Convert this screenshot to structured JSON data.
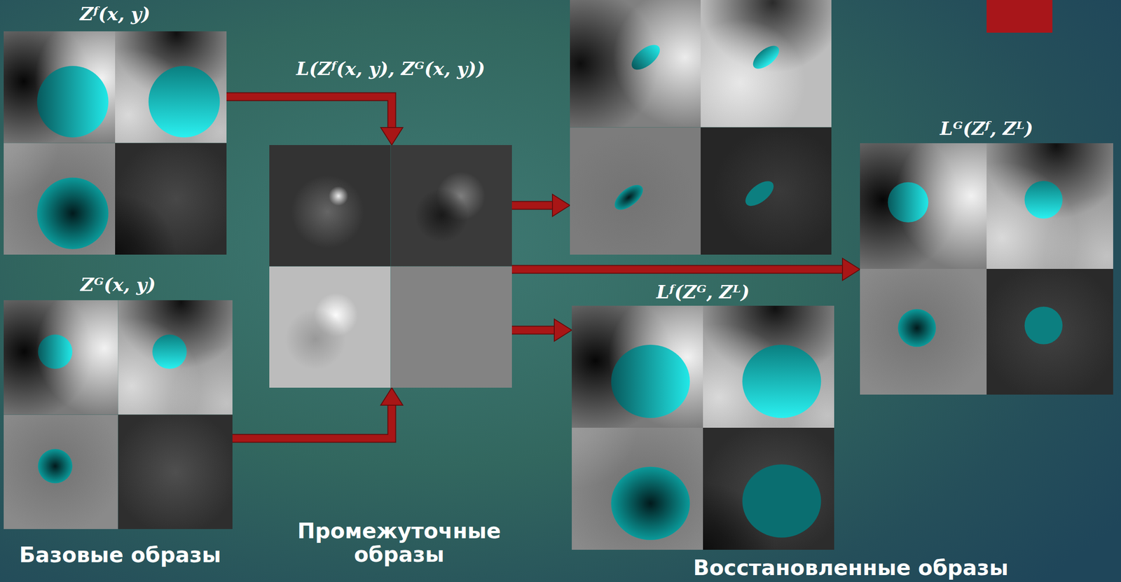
{
  "diagram": {
    "nodes": [
      {
        "text": [
          "Zᶠ(x, y)"
        ]
      },
      {
        "text": [
          "Zᴳ(x, y)"
        ]
      },
      {
        "text": [
          "L(Zᶠ(x, y), Zᴳ(x, y))"
        ]
      },
      {
        "text": []
      },
      {
        "text": [
          "Lᴳ(Zᶠ, Zᴸ)"
        ]
      },
      {
        "text": [
          "Lᶠ(Zᴳ, Zᴸ)"
        ]
      }
    ],
    "edges": [
      {
        "from": 0,
        "to": 2,
        "arrow": "to"
      },
      {
        "from": 1,
        "to": 2,
        "arrow": "to"
      },
      {
        "from": 2,
        "to": 3,
        "arrow": "to"
      },
      {
        "from": 2,
        "to": 4,
        "arrow": "to"
      },
      {
        "from": 2,
        "to": 5,
        "arrow": "to"
      }
    ],
    "labels": [
      "Базовые образы",
      "Промежуточные образы",
      "Восстановленные образы"
    ]
  }
}
